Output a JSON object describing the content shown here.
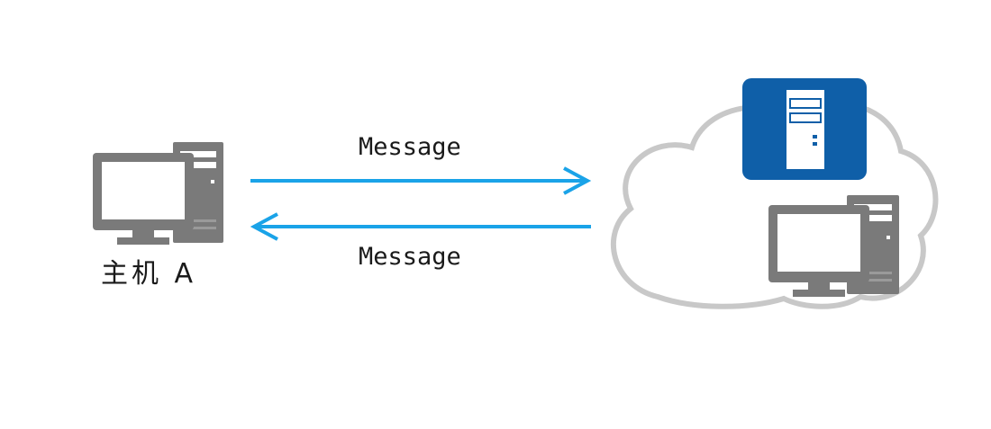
{
  "host_a": {
    "label": "主机 A",
    "icon": "desktop-computer-icon"
  },
  "messages": {
    "request_label": "Message",
    "response_label": "Message"
  },
  "network": {
    "icon": "cloud-icon",
    "server_icon": "server-tower-icon",
    "remote_host_icon": "desktop-computer-icon"
  },
  "colors": {
    "arrow": "#1aa3e8",
    "computer": "#7a7a7a",
    "cloud_outline": "#c8c8c8",
    "server_bg": "#0f5fa8"
  }
}
